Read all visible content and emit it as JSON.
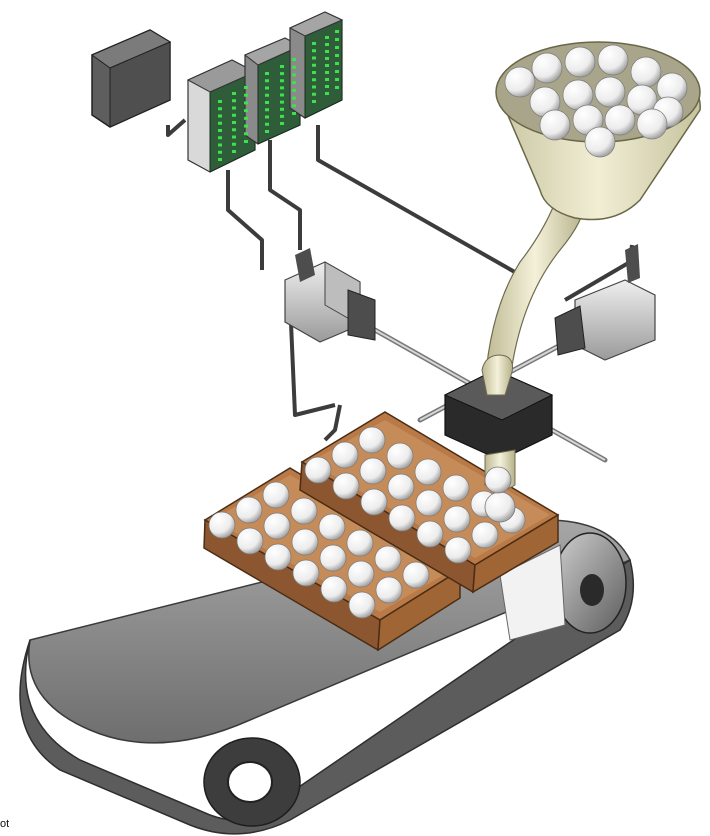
{
  "colors": {
    "background": "#ffffff",
    "belt": "#8a8a8a",
    "belt_dark": "#4a4a4a",
    "box_wood": "#a8683a",
    "box_inner": "#c98a55",
    "ball": "#f6f6f6",
    "funnel": "#e9e6c8",
    "driver_body": "#7d7d7d",
    "driver_panel": "#2f5d3a",
    "led_green": "#3fe04f",
    "motor_body": "#d4d4d4",
    "cable": "#3c3c3c"
  },
  "components": {
    "controller": "controller-box",
    "drivers": [
      "servo-driver-1",
      "servo-driver-2",
      "servo-driver-3"
    ],
    "motors": [
      "servo-motor-left",
      "servo-motor-right"
    ],
    "hopper": "ball-hopper",
    "dispenser": "dispenser-head",
    "boxes": [
      "tray-front",
      "tray-back"
    ],
    "conveyor": "conveyor-belt"
  },
  "corner_label": "ot"
}
